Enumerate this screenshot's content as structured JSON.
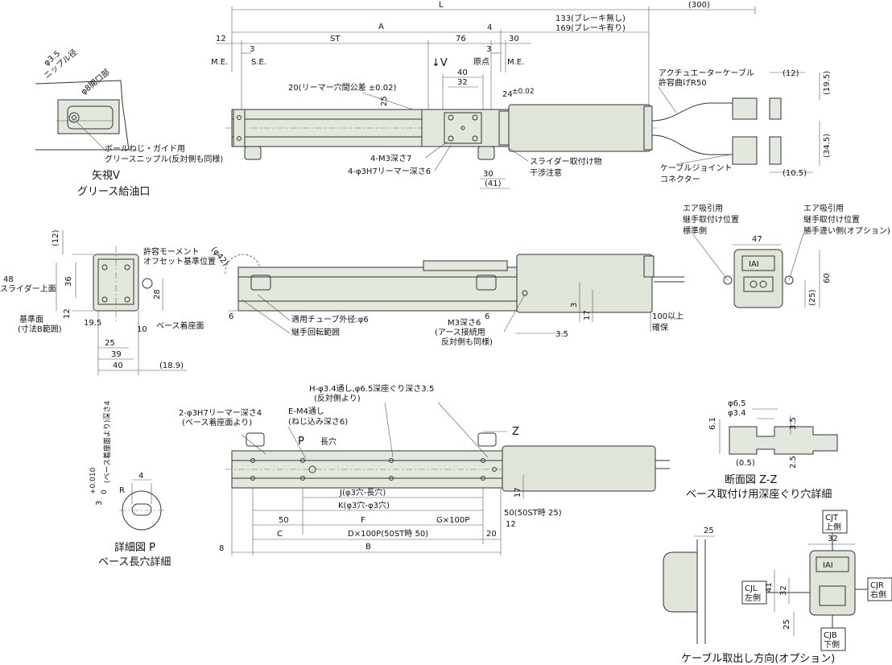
{
  "top_view": {
    "L": "L",
    "dim_300": "(300)",
    "A": "A",
    "dim_133_169": "133(ブレーキ無し)",
    "dim_169": "169(ブレーキ有り)",
    "d12": "12",
    "ST": "ST",
    "d76": "76",
    "d4": "4",
    "d30": "30",
    "d3a": "3",
    "d3b": "3",
    "ME_left": "M.E.",
    "SE": "S.E.",
    "origin": "原点",
    "ME_right": "M.E.",
    "V_arrow": "↓V",
    "d40": "40",
    "d32": "32",
    "reamer": "20(リーマー穴間公差 ±0.02)",
    "d25": "25",
    "d24": "24",
    "d24_tol": "±0.02",
    "m3": "4-M3深さ7",
    "phi3h7": "4-φ3H7リーマー深さ6",
    "d30b": "30",
    "d41": "(41)",
    "slider_note1": "スライダー取付け物",
    "slider_note2": "干渉注意",
    "cable_note1": "アクチュエーターケーブル",
    "cable_note2": "許容曲げR50",
    "d12p": "(12)",
    "d19_5": "(19.5)",
    "d34_5": "(34.5)",
    "d10_5": "(10.5)",
    "connector1": "ケーブルジョイント",
    "connector2": "コネクター"
  },
  "view_v": {
    "phi35": "φ3.5",
    "nipple": "ニップル径",
    "phi8": "φ8開口部",
    "note1": "ボールねじ・ガイド用",
    "note2": "グリースニップル(反対側も同様)",
    "title1": "矢視V",
    "title2": "グリース給油口"
  },
  "end_view": {
    "d12": "(12)",
    "moment1": "許容モーメント",
    "moment2": "オフセット基準位置",
    "d48": "48",
    "slider_top": "スライダー上面",
    "d36": "36",
    "d28": "28",
    "d12b": "12",
    "ref1": "基準面",
    "ref2": "(寸法B範囲)",
    "d19_5": "19.5",
    "d10": "10",
    "base_face": "ベース着座面",
    "d25": "25",
    "d39": "39",
    "d40": "40",
    "d18_9": "(18.9)"
  },
  "side_view": {
    "phi42": "(φ42)",
    "d6": "6",
    "d6b": "6",
    "tube": "適用チューブ外径:φ6",
    "rotation": "継手回転範囲",
    "m3_1": "M3深さ6",
    "m3_2": "(アース接続用",
    "m3_3": "反対側も同様)",
    "d3": "3",
    "d17": "17",
    "d3_5": "3.5",
    "bend1": "100以上",
    "bend2": "確保"
  },
  "right_end": {
    "air_l1": "エア吸引用",
    "air_l2": "継手取付け位置",
    "air_l3": "標準側",
    "air_r1": "エア吸引用",
    "air_r2": "継手取付け位置",
    "air_r3": "勝手違い側(オプション)",
    "d47": "47",
    "d60": "60",
    "d25": "(25)",
    "logo": "IAI"
  },
  "bottom_view": {
    "h_holes1": "H-φ3.4通し,φ6.5深座ぐり深さ3.5",
    "h_holes2": "(反対側より)",
    "e_m4_1": "E-M4通し",
    "e_m4_2": "(ねじ込み深さ6)",
    "reamer1": "2-φ3H7リーマー深さ4",
    "reamer2": "(ベース着座面より)",
    "P": "P",
    "slot": "長穴",
    "z_top": "Z",
    "z_bot": "Z",
    "d17": "17",
    "J": "J(φ3穴-長穴)",
    "K": "K(φ3穴-φ3穴)",
    "d50": "50",
    "F": "F",
    "G": "G×100P",
    "d50st": "50(50ST時 25)",
    "d12": "12",
    "C": "C",
    "D": "D×100P(50ST時 50)",
    "d20": "20",
    "d8": "8",
    "B": "B"
  },
  "detail_p": {
    "depth": "3",
    "tol_plus": "+0.010",
    "tol_zero": "0",
    "depth_note": "(ベース着座面より)深さ4",
    "d4": "4",
    "R": "R",
    "title1": "詳細図 P",
    "title2": "ベース長穴詳細"
  },
  "section_zz": {
    "phi6_5": "φ6.5",
    "phi3_4": "φ3.4",
    "d6_1": "6.1",
    "d3_5": "3.5",
    "d2_5": "2.5",
    "d0_5": "(0.5)",
    "title1": "断面図 Z-Z",
    "title2": "ベース取付け用深座ぐり穴詳細"
  },
  "cable_dir": {
    "d25": "25",
    "d32": "32",
    "d41": "41",
    "d32b": "32",
    "d25b": "25",
    "cjt1": "CJT",
    "cjt2": "上側",
    "cjl1": "CJL",
    "cjl2": "左側",
    "cjr1": "CJR",
    "cjr2": "右側",
    "cjb1": "CJB",
    "cjb2": "下側",
    "logo": "IAI",
    "title": "ケーブル取出し方向(オプション)"
  }
}
